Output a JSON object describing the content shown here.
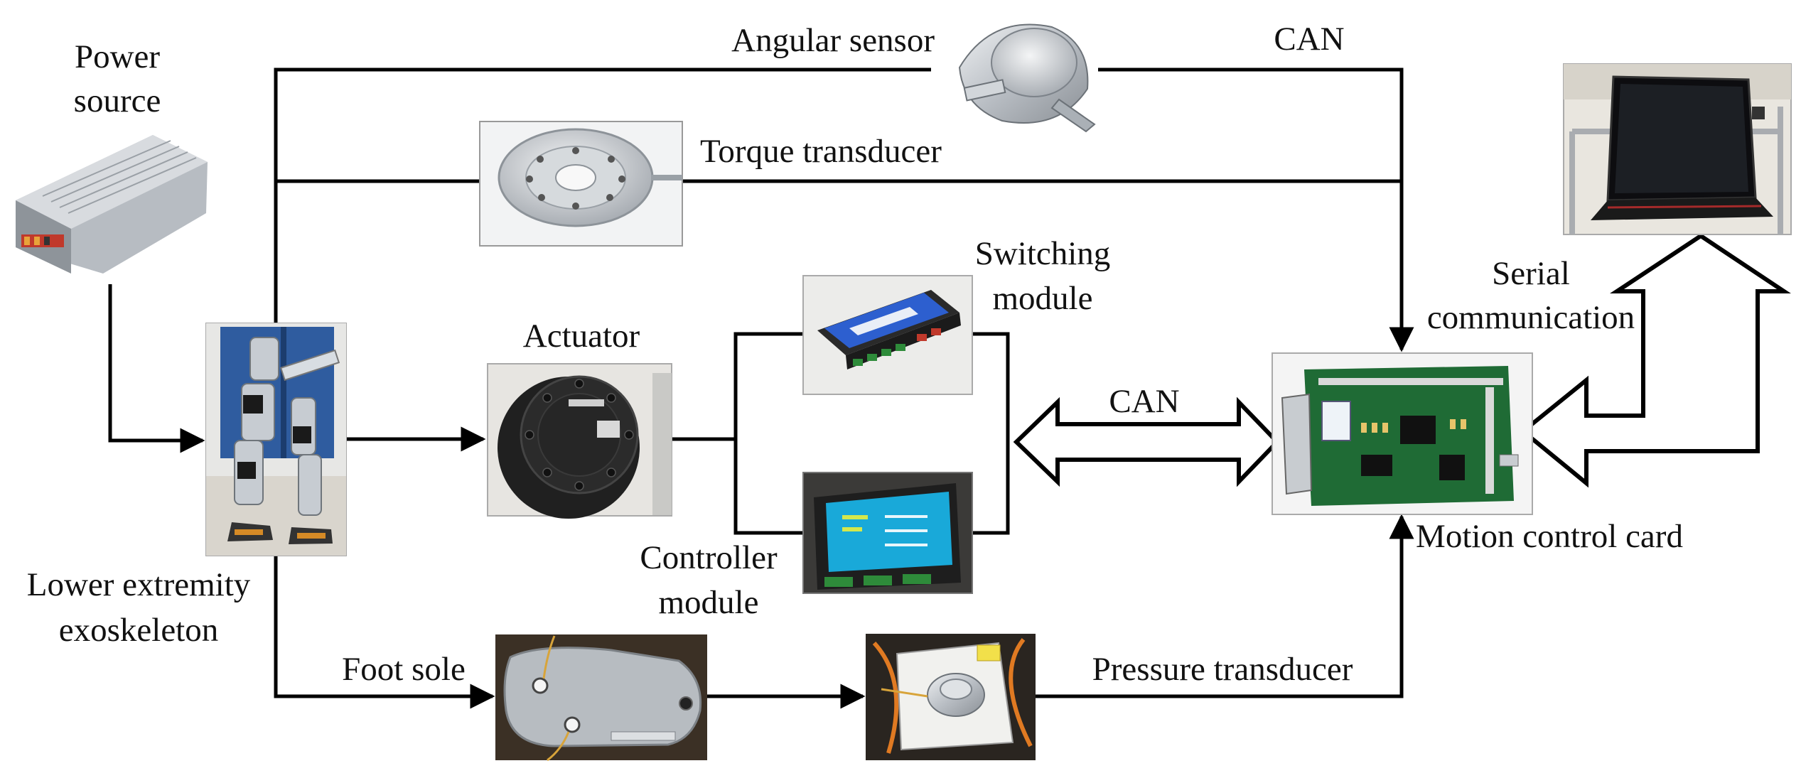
{
  "labels": {
    "power_source_1": "Power",
    "power_source_2": "source",
    "angular_sensor": "Angular sensor",
    "can_top": "CAN",
    "torque_transducer": "Torque transducer",
    "switching_module_1": "Switching",
    "switching_module_2": "module",
    "actuator": "Actuator",
    "serial_comm_1": "Serial",
    "serial_comm_2": "communication",
    "can_middle": "CAN",
    "motion_control_card": "Motion control card",
    "controller_module_1": "Controller",
    "controller_module_2": "module",
    "exoskeleton_1": "Lower extremity",
    "exoskeleton_2": "exoskeleton",
    "foot_sole": "Foot sole",
    "pressure_transducer": "Pressure transducer"
  },
  "colors": {
    "line": "#000000",
    "circuit_board": "#1f6b35",
    "lcd_screen": "#19a9d9",
    "switch_panel": "#2d5fcf",
    "metal": "#c9cdd2",
    "actuator_body": "#1b1b1b"
  },
  "icons": {
    "power_source": "power-supply-icon",
    "angular_sensor": "angular-encoder-icon",
    "torque_transducer": "torque-sensor-icon",
    "laptop": "laptop-icon",
    "exoskeleton": "exoskeleton-icon",
    "actuator": "actuator-motor-icon",
    "switching_module": "switching-module-icon",
    "controller_module": "controller-module-icon",
    "motion_control_card": "circuit-board-icon",
    "foot_sole": "foot-sole-plate-icon",
    "pressure_transducer": "pressure-sensor-icon"
  }
}
